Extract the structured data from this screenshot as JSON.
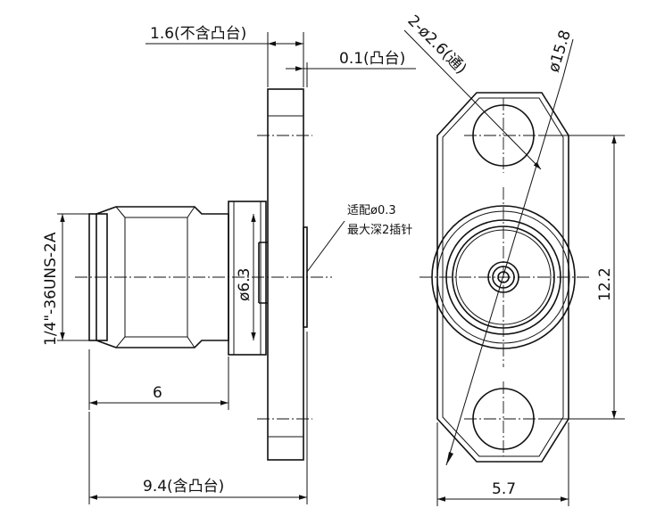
{
  "dimensions": {
    "flange_thickness": "1.6(不含凸台)",
    "boss_height": "0.1(凸台)",
    "thread": "1/4\"-36UNS-2A",
    "body_diameter": "ø6.3",
    "thread_length": "6",
    "overall_length": "9.4(含凸台)",
    "mounting_holes": "2-ø2.6(通)",
    "hole_circle": "ø15.8",
    "flange_height": "12.2",
    "flange_width": "5.7"
  },
  "notes": {
    "pin_line1": "适配ø0.3",
    "pin_line2": "最大深2插针"
  }
}
